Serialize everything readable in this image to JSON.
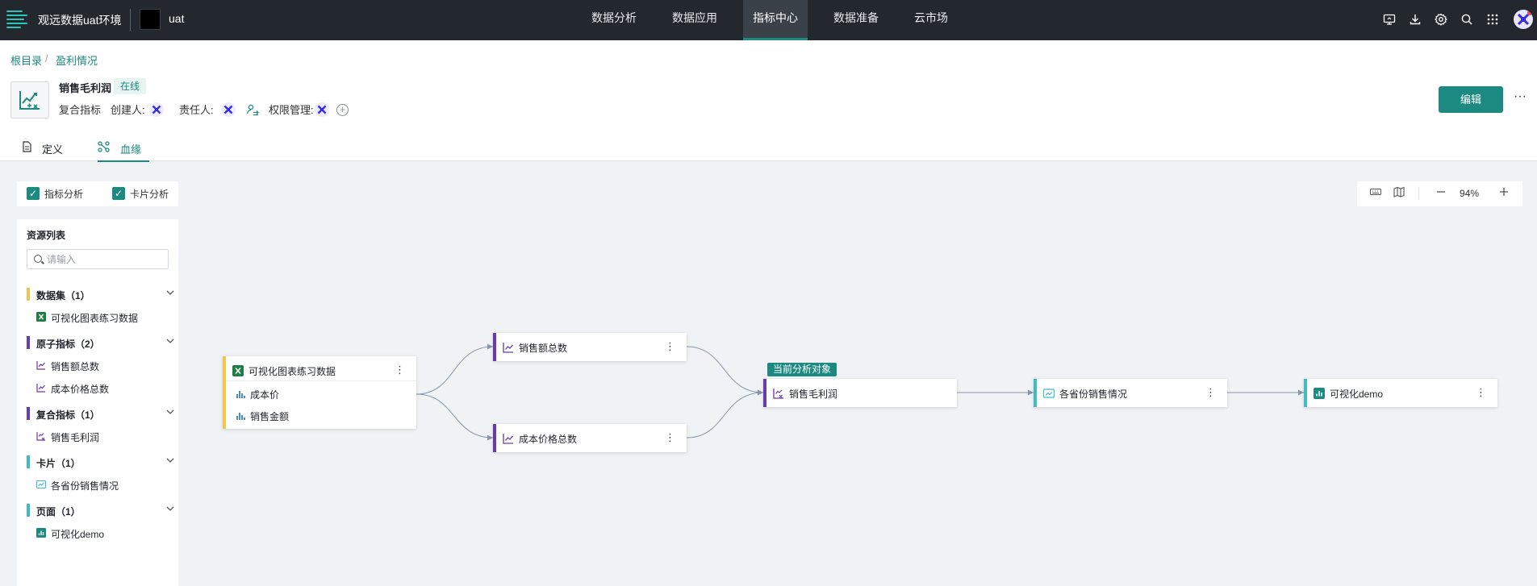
{
  "app": {
    "environment": "观远数据uat环境",
    "project": "uat"
  },
  "nav": {
    "items": [
      "数据分析",
      "数据应用",
      "指标中心",
      "数据准备",
      "云市场"
    ],
    "active": "指标中心"
  },
  "top_icons": [
    "monitor-icon",
    "download-icon",
    "settings-icon",
    "search-icon",
    "apps-grid-icon",
    "user-avatar"
  ],
  "breadcrumb": [
    "根目录",
    "盈利情况"
  ],
  "metric": {
    "name": "销售毛利润",
    "status": "在线",
    "type": "复合指标",
    "creator_label": "创建人:",
    "owner_label": "责任人:",
    "permission_label": "权限管理:"
  },
  "actions": {
    "edit": "编辑",
    "more": "···"
  },
  "tabs": [
    "定义",
    "血缘"
  ],
  "active_tab": "血缘",
  "filters": [
    {
      "label": "指标分析",
      "checked": true
    },
    {
      "label": "卡片分析",
      "checked": true
    }
  ],
  "resource_panel": {
    "title": "资源列表",
    "search_placeholder": "请输入",
    "groups": [
      {
        "label": "数据集（1）",
        "color": "#f0c64c",
        "items": [
          {
            "label": "可视化图表练习数据",
            "icon": "excel-icon"
          }
        ]
      },
      {
        "label": "原子指标（2）",
        "color": "#6a3ab0",
        "items": [
          {
            "label": "销售额总数",
            "icon": "line-chart-icon"
          },
          {
            "label": "成本价格总数",
            "icon": "line-chart-icon"
          }
        ]
      },
      {
        "label": "复合指标（1）",
        "color": "#6a3ab0",
        "items": [
          {
            "label": "销售毛利润",
            "icon": "composite-metric-icon"
          }
        ]
      },
      {
        "label": "卡片（1）",
        "color": "#3bbdc2",
        "items": [
          {
            "label": "各省份销售情况",
            "icon": "card-icon"
          }
        ]
      },
      {
        "label": "页面（1）",
        "color": "#3bbdc2",
        "items": [
          {
            "label": "可视化demo",
            "icon": "page-icon"
          }
        ]
      }
    ]
  },
  "zoom": {
    "value": "94%"
  },
  "lineage": {
    "current_tag": "当前分析对象",
    "nodes": [
      {
        "id": "dataset",
        "title": "可视化图表练习数据",
        "fields": [
          "成本价",
          "销售金额"
        ]
      },
      {
        "id": "sales-total",
        "title": "销售额总数"
      },
      {
        "id": "cost-total",
        "title": "成本价格总数"
      },
      {
        "id": "gross-profit",
        "title": "销售毛利润"
      },
      {
        "id": "province-card",
        "title": "各省份销售情况"
      },
      {
        "id": "demo-page",
        "title": "可视化demo"
      }
    ]
  }
}
